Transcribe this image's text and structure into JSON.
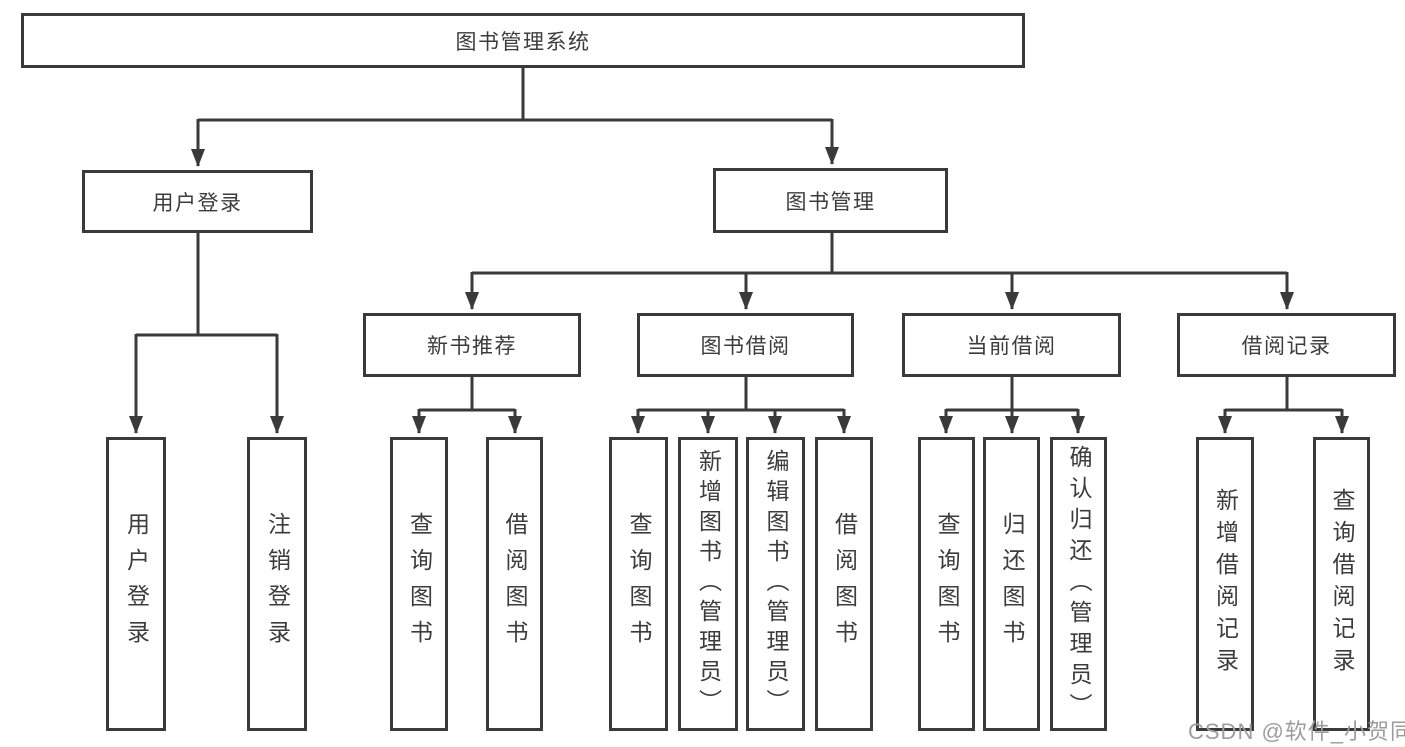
{
  "watermark": "CSDN @软件_小贺同学",
  "colors": {
    "line": "#3a3a3a",
    "box_border": "#3a3a3a",
    "box_background": "#ffffff",
    "text": "#3c3c3c",
    "watermark": "#9d9d9d",
    "page_background": "#ffffff"
  },
  "nodes": {
    "root": {
      "label": "图书管理系统"
    },
    "user_login": {
      "label": "用户登录"
    },
    "book_mgmt": {
      "label": "图书管理"
    },
    "new_book": {
      "label": "新书推荐"
    },
    "borrow": {
      "label": "图书借阅"
    },
    "current": {
      "label": "当前借阅"
    },
    "record": {
      "label": "借阅记录"
    },
    "user_login_leaf": {
      "label": "用户登录"
    },
    "logout_leaf": {
      "label": "注销登录"
    },
    "new_book_query": {
      "label": "查询图书"
    },
    "new_book_borrow": {
      "label": "借阅图书"
    },
    "borrow_query": {
      "label": "查询图书"
    },
    "borrow_add": {
      "label": "新增图书（管理员）"
    },
    "borrow_edit": {
      "label": "编辑图书（管理员）"
    },
    "borrow_borrow": {
      "label": "借阅图书"
    },
    "current_query": {
      "label": "查询图书"
    },
    "current_return": {
      "label": "归还图书"
    },
    "current_confirm": {
      "label": "确认归还（管理员）"
    },
    "record_add": {
      "label": "新增借阅记录"
    },
    "record_query": {
      "label": "查询借阅记录"
    }
  }
}
